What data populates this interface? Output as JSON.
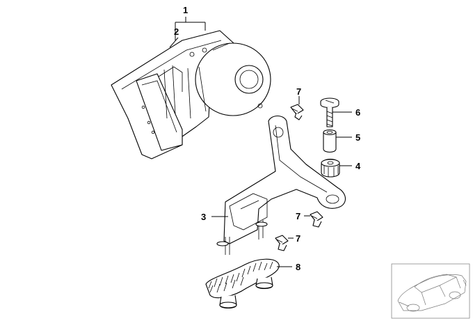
{
  "callouts": {
    "c1": "1",
    "c2": "2",
    "c3": "3",
    "c4": "4",
    "c5": "5",
    "c6": "6",
    "c7a": "7",
    "c7b": "7",
    "c7c": "7",
    "c8": "8"
  }
}
